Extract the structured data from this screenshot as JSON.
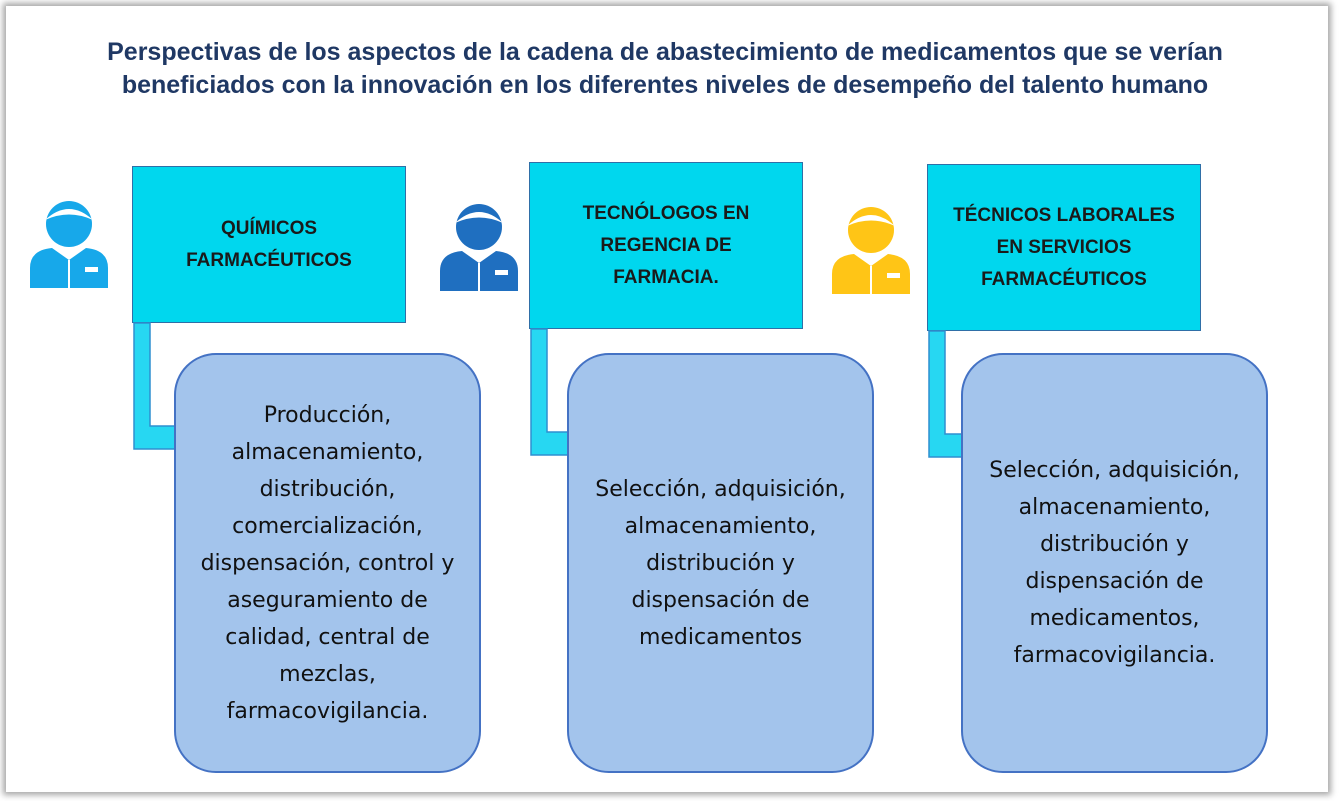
{
  "title": "Perspectivas de los aspectos de la cadena de abastecimiento de medicamentos que se verían beneficiados con la innovación en los diferentes niveles de desempeño del talento humano",
  "colors": {
    "title": "#1F3864",
    "role_box_fill": "#00D7EE",
    "duty_box_fill": "#A3C4EC",
    "duty_box_border": "#4472C4",
    "arrow_fill": "#27D7F2",
    "icon_light_blue": "#17A8EA",
    "icon_dark_blue": "#1F6FC0",
    "icon_yellow": "#FFC516"
  },
  "columns": [
    {
      "role": "QUÍMICOS FARMACÉUTICOS",
      "icon": "person-icon",
      "icon_color": "light-blue",
      "duties": "Producción, almacenamiento, distribución, comercialización, dispensación, control y aseguramiento de calidad, central de mezclas, farmacovigilancia."
    },
    {
      "role": "TECNÓLOGOS EN REGENCIA DE FARMACIA.",
      "icon": "person-icon",
      "icon_color": "dark-blue",
      "duties": "Selección, adquisición, almacenamiento, distribución y dispensación de medicamentos"
    },
    {
      "role": "TÉCNICOS LABORALES EN SERVICIOS FARMACÉUTICOS",
      "icon": "person-icon",
      "icon_color": "yellow",
      "duties": "Selección, adquisición, almacenamiento, distribución y dispensación de medicamentos, farmacovigilancia."
    }
  ]
}
